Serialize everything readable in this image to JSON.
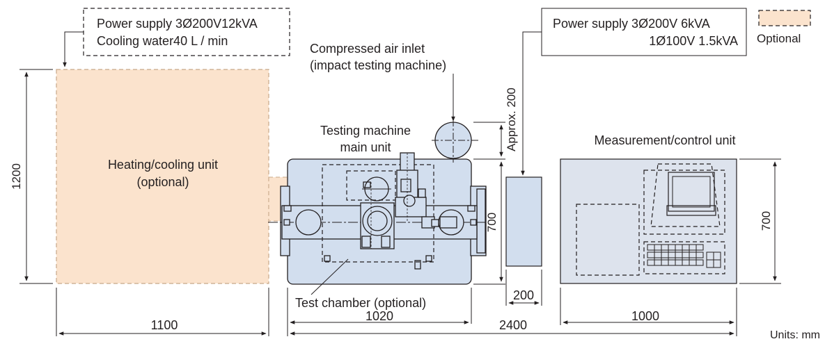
{
  "left_power_note": {
    "line1": "Power supply 3Ø200V12kVA",
    "line2": "Cooling water40 L / min"
  },
  "right_power_note": {
    "line1": "Power supply   3Ø200V 6kVA",
    "line2": "1Ø100V 1.5kVA"
  },
  "legend": {
    "optional_label": "Optional"
  },
  "labels": {
    "air_inlet_1": "Compressed air inlet",
    "air_inlet_2": "(impact testing machine)",
    "main_unit_1": "Testing machine",
    "main_unit_2": "main unit",
    "heating_1": "Heating/cooling unit",
    "heating_2": "(optional)",
    "test_chamber": "Test chamber (optional)",
    "measurement": "Measurement/control unit",
    "approx_200": "Approx. 200",
    "units": "Units: mm"
  },
  "dimensions": {
    "height_heating": "1200",
    "height_main": "700",
    "height_measure": "700",
    "width_heating": "1100",
    "width_main": "1020",
    "width_small": "200",
    "width_measure": "1000",
    "width_total": "2400"
  },
  "colors": {
    "optional_fill": "#fbe3cd",
    "optional_stroke": "#c8a888",
    "main_fill": "#d2deee",
    "panel_fill": "#dde3ed",
    "line": "#231f20"
  }
}
